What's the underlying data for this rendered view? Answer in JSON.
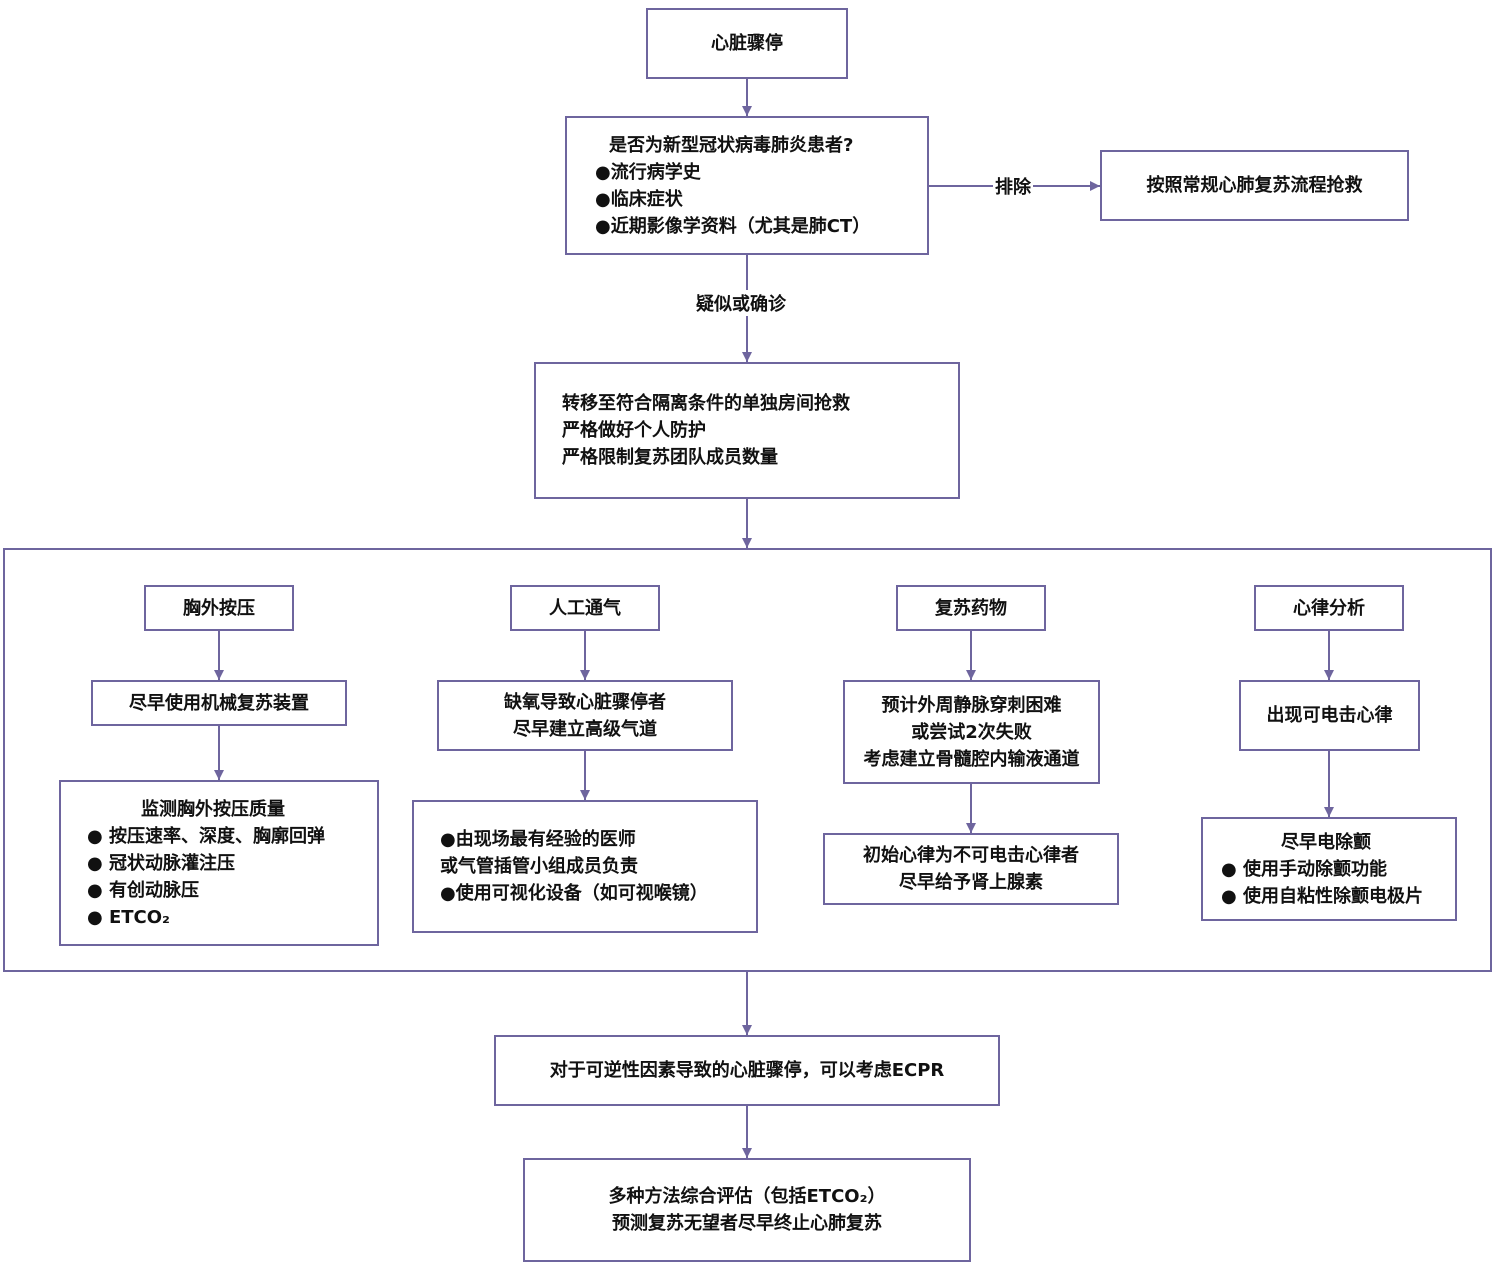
{
  "start": "心脏骤停",
  "question": {
    "title": "是否为新型冠状病毒肺炎患者?",
    "items": [
      "●流行病学史",
      "●临床症状",
      "●近期影像学资料（尤其是肺CT）"
    ]
  },
  "exclude_label": "排除",
  "routine": "按照常规心肺复苏流程抢救",
  "suspect_label": "疑似或确诊",
  "transfer": [
    "转移至符合隔离条件的单独房间抢救",
    "严格做好个人防护",
    "严格限制复苏团队成员数量"
  ],
  "columns": [
    {
      "header": "胸外按压",
      "step1": [
        "尽早使用机械复苏装置"
      ],
      "step2_title": "监测胸外按压质量",
      "step2": [
        "●  按压速率、深度、胸廓回弹",
        "●  冠状动脉灌注压",
        "●  有创动脉压",
        "●  ETCO₂"
      ]
    },
    {
      "header": "人工通气",
      "step1": [
        "缺氧导致心脏骤停者",
        "尽早建立高级气道"
      ],
      "step2_title": "",
      "step2": [
        "●由现场最有经验的医师",
        "或气管插管小组成员负责",
        "●使用可视化设备（如可视喉镜）"
      ]
    },
    {
      "header": "复苏药物",
      "step1": [
        "预计外周静脉穿刺困难",
        "或尝试2次失败",
        "考虑建立骨髓腔内输液通道"
      ],
      "step2_title": "",
      "step2": [
        "初始心律为不可电击心律者",
        "尽早给予肾上腺素"
      ]
    },
    {
      "header": "心律分析",
      "step1": [
        "出现可电击心律"
      ],
      "step2_title": "尽早电除颤",
      "step2": [
        "●  使用手动除颤功能",
        "●  使用自粘性除颤电极片"
      ]
    }
  ],
  "ecpr": "对于可逆性因素导致的心脏骤停，可以考虑ECPR",
  "final": [
    "多种方法综合评估（包括ETCO₂）",
    "预测复苏无望者尽早终止心肺复苏"
  ],
  "colors": {
    "border": "#6e659e",
    "arrow": "#6e659e",
    "text": "#111111"
  }
}
